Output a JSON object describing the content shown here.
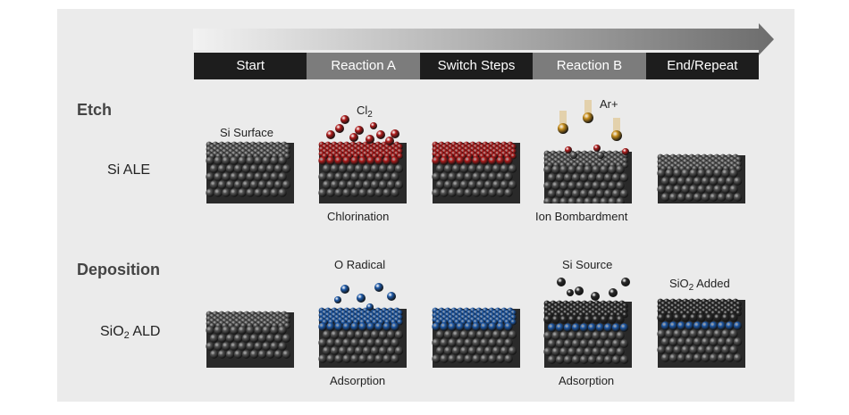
{
  "steps": [
    {
      "label": "Start",
      "tone": "dark"
    },
    {
      "label": "Reaction A",
      "tone": "mid"
    },
    {
      "label": "Switch Steps",
      "tone": "dark"
    },
    {
      "label": "Reaction B",
      "tone": "mid"
    },
    {
      "label": "End/Repeat",
      "tone": "dark"
    }
  ],
  "etch": {
    "section_label": "Etch",
    "row_label": "Si ALE",
    "captions": {
      "si_surface": "Si Surface",
      "cl2": "Cl",
      "cl2_sub": "2",
      "chlorination": "Chlorination",
      "ar": "Ar+",
      "ion_bombardment": "Ion Bombardment"
    }
  },
  "deposition": {
    "section_label": "Deposition",
    "row_label_pre": "SiO",
    "row_label_sub": "2",
    "row_label_post": " ALD",
    "captions": {
      "o_radical": "O Radical",
      "adsorption_a": "Adsorption",
      "si_source": "Si Source",
      "adsorption_b": "Adsorption",
      "sio2_added_pre": "SiO",
      "sio2_added_sub": "2",
      "sio2_added_post": " Added"
    }
  },
  "colors": {
    "panel": "#ebebeb",
    "dark_step": "#1d1d1d",
    "mid_step": "#7c7c7c",
    "silicon": "#555555",
    "chlorine": "#b01c1c",
    "oxygen": "#1f5aa8",
    "argon": "#c9901e",
    "precursor": "#2a2a2a"
  }
}
